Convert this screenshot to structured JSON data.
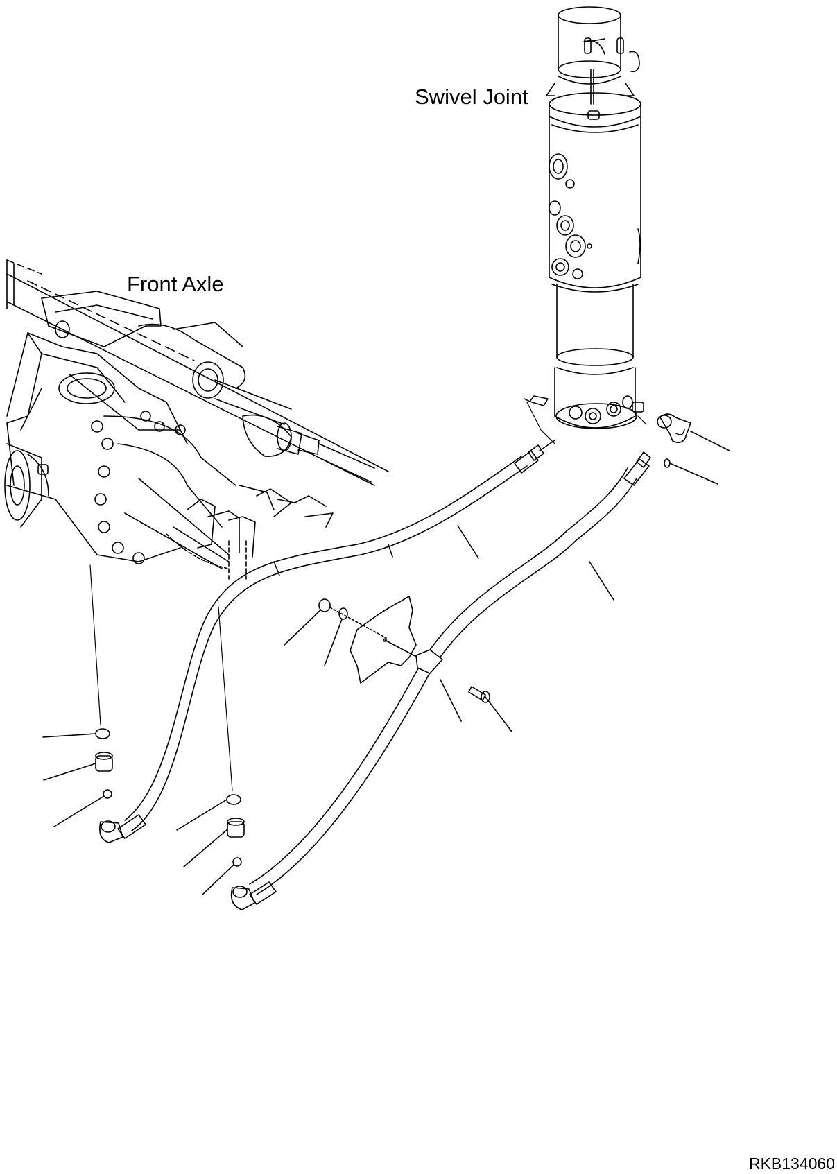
{
  "labels": {
    "swivel_joint": "Swivel Joint",
    "front_axle": "Front Axle",
    "drawing_code": "RKB134060"
  }
}
